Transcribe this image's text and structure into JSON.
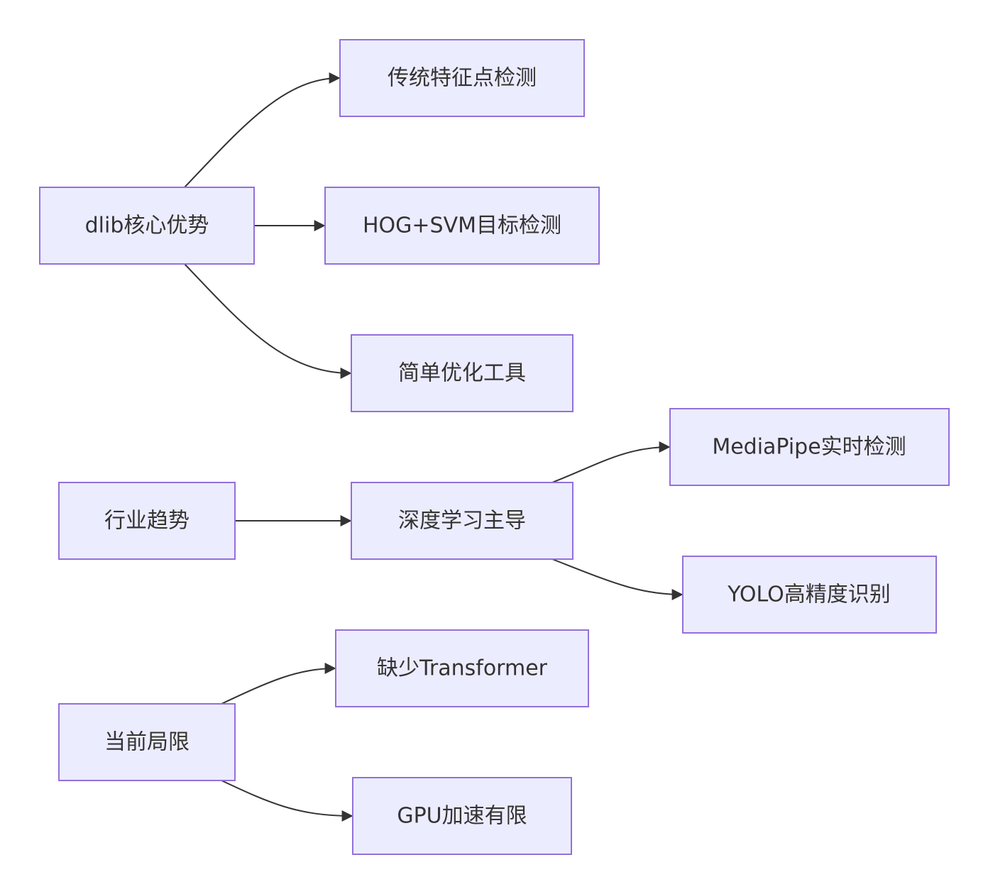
{
  "diagram": {
    "type": "flowchart",
    "direction": "left-to-right",
    "nodes": [
      {
        "id": "A",
        "label": "dlib核心优势"
      },
      {
        "id": "A1",
        "label": "传统特征点检测"
      },
      {
        "id": "A2",
        "label": "HOG+SVM目标检测"
      },
      {
        "id": "A3",
        "label": "简单优化工具"
      },
      {
        "id": "B",
        "label": "行业趋势"
      },
      {
        "id": "B1",
        "label": "深度学习主导"
      },
      {
        "id": "B2",
        "label": "MediaPipe实时检测"
      },
      {
        "id": "B3",
        "label": "YOLO高精度识别"
      },
      {
        "id": "C",
        "label": "当前局限"
      },
      {
        "id": "C1",
        "label": "缺少Transformer"
      },
      {
        "id": "C2",
        "label": "GPU加速有限"
      }
    ],
    "edges": [
      {
        "from": "A",
        "to": "A1"
      },
      {
        "from": "A",
        "to": "A2"
      },
      {
        "from": "A",
        "to": "A3"
      },
      {
        "from": "B",
        "to": "B1"
      },
      {
        "from": "B1",
        "to": "B2"
      },
      {
        "from": "B1",
        "to": "B3"
      },
      {
        "from": "C",
        "to": "C1"
      },
      {
        "from": "C",
        "to": "C2"
      }
    ],
    "colors": {
      "node_fill": "#ececff",
      "node_border": "#9370db",
      "text": "#333333",
      "edge": "#333333"
    }
  }
}
